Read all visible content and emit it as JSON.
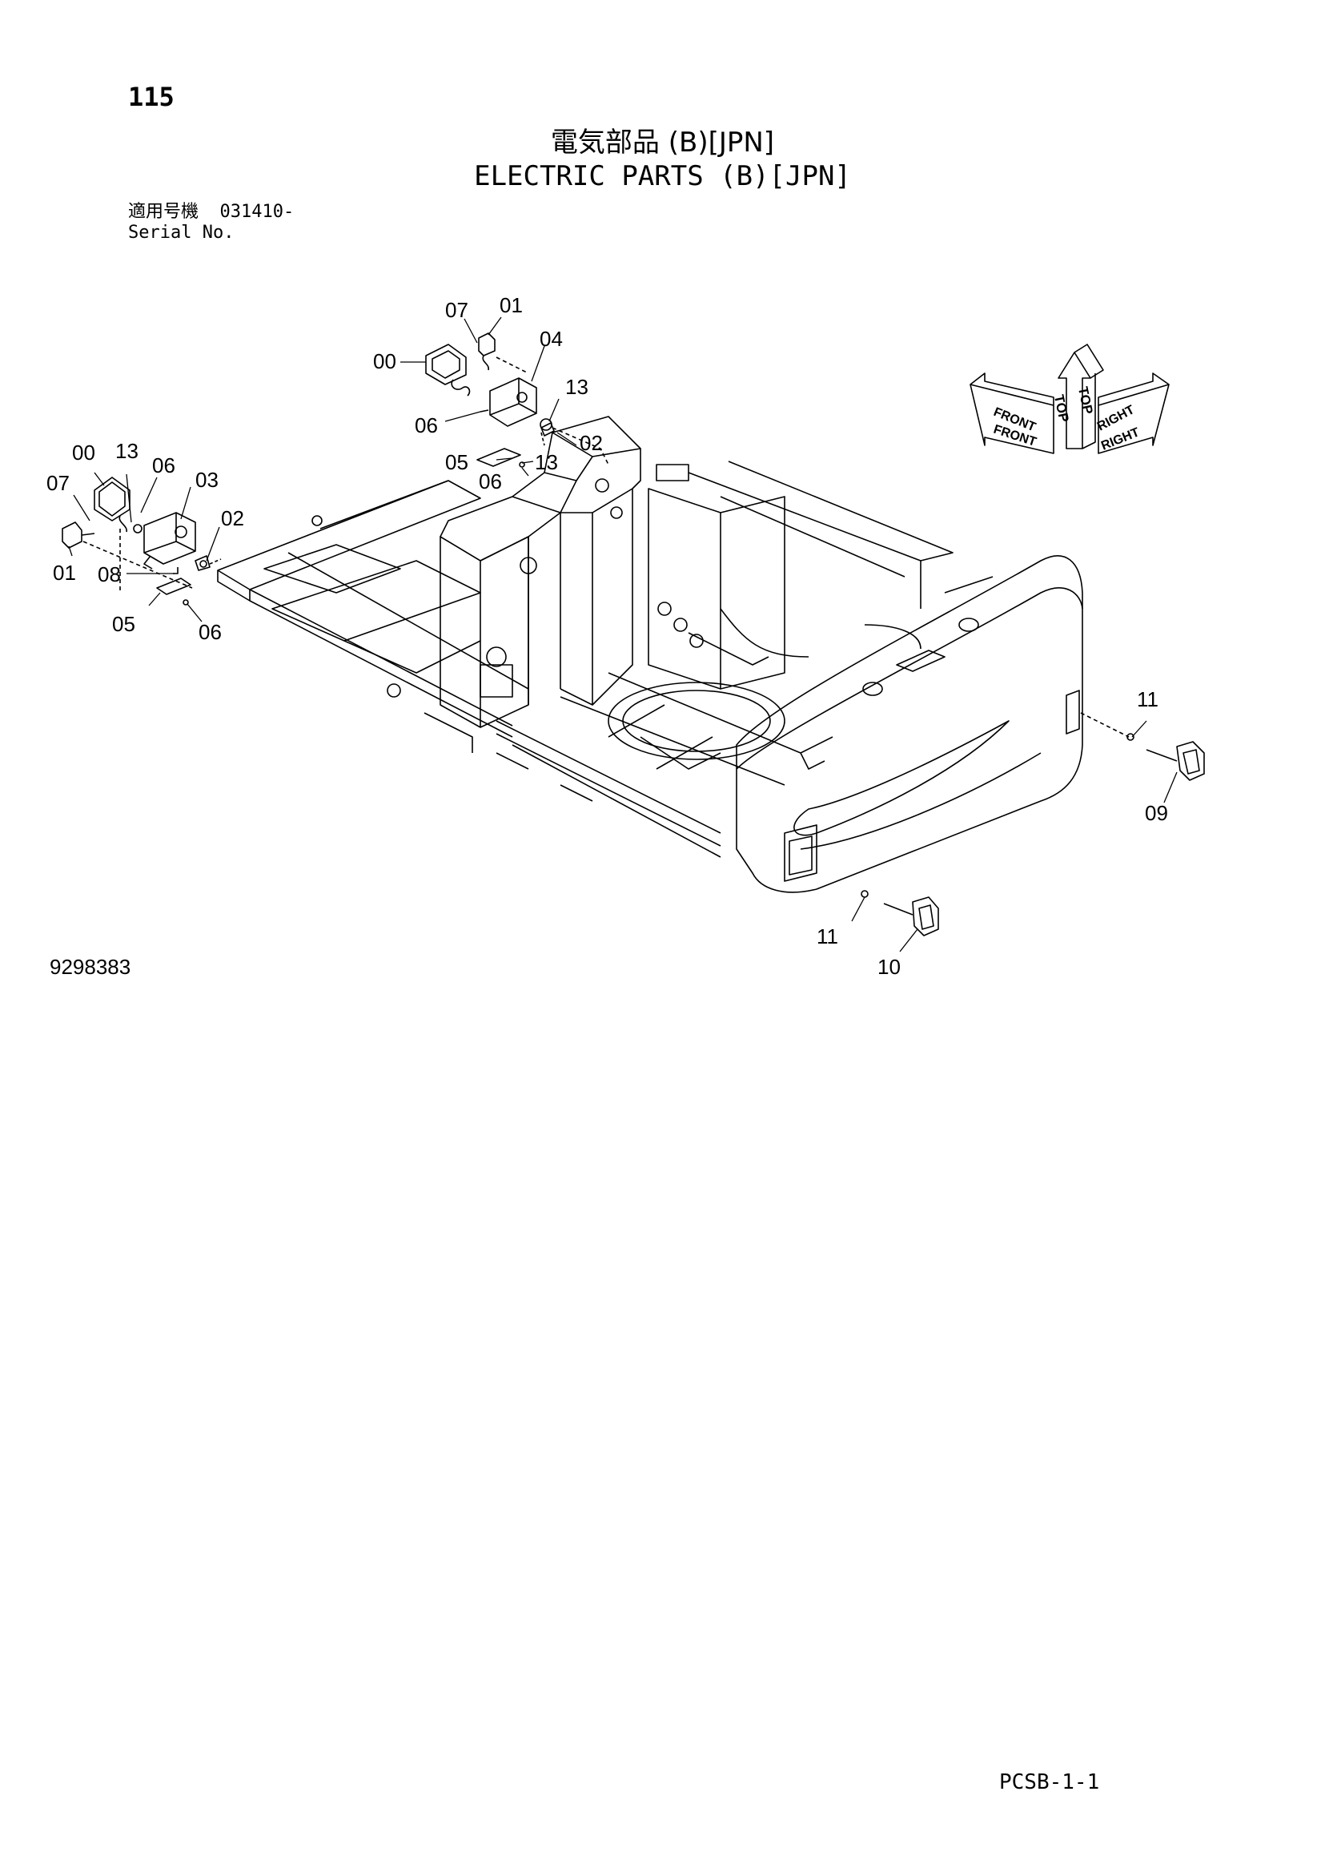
{
  "header": {
    "page_number": "115",
    "title_jp": "電気部品 (B)[JPN]",
    "title_en": "ELECTRIC PARTS (B)[JPN]",
    "serial_label_jp": "適用号機",
    "serial_value": "031410-",
    "serial_label_en": "Serial No."
  },
  "orientation": {
    "top_upper": "TOP",
    "top_lower": "TOP",
    "front_upper": "FRONT",
    "front_lower": "FRONT",
    "right_upper": "RIGHT",
    "right_lower": "RIGHT"
  },
  "callouts": {
    "top_00": "00",
    "top_01": "01",
    "top_02": "02",
    "top_04": "04",
    "top_05": "05",
    "top_06": "06",
    "top_07": "07",
    "top_13a": "13",
    "top_06b": "06",
    "top_13b": "13",
    "left_00": "00",
    "left_13": "13",
    "left_06": "06",
    "left_03": "03",
    "left_07": "07",
    "left_02": "02",
    "left_01": "01",
    "left_08": "08",
    "left_05": "05",
    "left_06b": "06",
    "right_11a": "11",
    "right_09": "09",
    "right_11b": "11",
    "right_10": "10"
  },
  "footer": {
    "drawing_number": "9298383",
    "page_code": "PCSB-1-1"
  }
}
